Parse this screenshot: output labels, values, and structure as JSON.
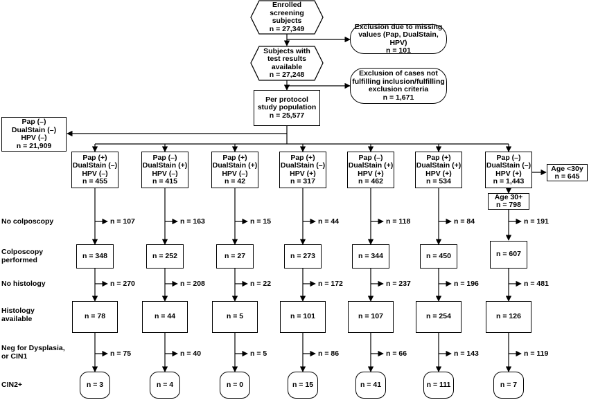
{
  "top": {
    "enrolled": [
      "Enrolled",
      "screening",
      "subjects",
      "n = 27,349"
    ],
    "excl_missing": [
      "Exclusion due to missing",
      "values (Pap, DualStain, HPV)",
      "n = 101"
    ],
    "with_results": [
      "Subjects with",
      "test results",
      "available",
      "n = 27,248"
    ],
    "excl_criteria": [
      "Exclusion of cases not",
      "fulfilling inclusion/fulfilling",
      "exclusion criteria",
      "n = 1,671"
    ],
    "per_protocol": [
      "Per protocol",
      "study population",
      "n = 25,577"
    ],
    "all_negative": [
      "Pap (–)",
      "DualStain (–)",
      "HPV (–)",
      "n = 21,909"
    ]
  },
  "row_labels": {
    "no_colposcopy": "No colposcopy",
    "colposcopy_performed": [
      "Colposcopy",
      "performed"
    ],
    "no_histology": "No histology",
    "histology_available": [
      "Histology",
      "available"
    ],
    "neg_dysplasia": [
      "Neg for Dysplasia,",
      "or CIN1"
    ],
    "cin2plus": "CIN2+"
  },
  "columns": [
    {
      "pap": "Pap (+)",
      "dual": "DualStain (–)",
      "hpv": "HPV (–)",
      "n": "n = 455",
      "no_colposcopy": "n = 107",
      "colposcopy": "n = 348",
      "no_histology": "n = 270",
      "histology": "n = 78",
      "neg": "n = 75",
      "cin2": "n = 3"
    },
    {
      "pap": "Pap (–)",
      "dual": "DualStain (+)",
      "hpv": "HPV (–)",
      "n": "n = 415",
      "no_colposcopy": "n = 163",
      "colposcopy": "n = 252",
      "no_histology": "n = 208",
      "histology": "n = 44",
      "neg": "n = 40",
      "cin2": "n = 4"
    },
    {
      "pap": "Pap (+)",
      "dual": "DualStain (+)",
      "hpv": "HPV (–)",
      "n": "n = 42",
      "no_colposcopy": "n = 15",
      "colposcopy": "n = 27",
      "no_histology": "n = 22",
      "histology": "n = 5",
      "neg": "n = 5",
      "cin2": "n = 0"
    },
    {
      "pap": "Pap (+)",
      "dual": "DualStain (–)",
      "hpv": "HPV (+)",
      "n": "n = 317",
      "no_colposcopy": "n = 44",
      "colposcopy": "n = 273",
      "no_histology": "n = 172",
      "histology": "n = 101",
      "neg": "n = 86",
      "cin2": "n = 15"
    },
    {
      "pap": "Pap (–)",
      "dual": "DualStain (+)",
      "hpv": "HPV (+)",
      "n": "n = 462",
      "no_colposcopy": "n = 118",
      "colposcopy": "n = 344",
      "no_histology": "n = 237",
      "histology": "n = 107",
      "neg": "n = 66",
      "cin2": "n = 41"
    },
    {
      "pap": "Pap (+)",
      "dual": "DualStain (+)",
      "hpv": "HPV (+)",
      "n": "n = 534",
      "no_colposcopy": "n = 84",
      "colposcopy": "n = 450",
      "no_histology": "n = 196",
      "histology": "n = 254",
      "neg": "n = 143",
      "cin2": "n = 111"
    },
    {
      "pap": "Pap (–)",
      "dual": "DualStain (–)",
      "hpv": "HPV (+)",
      "n": "n = 1,443",
      "no_colposcopy": "n = 191",
      "colposcopy": "n = 607",
      "no_histology": "n = 481",
      "histology": "n = 126",
      "neg": "n = 119",
      "cin2": "n = 7"
    }
  ],
  "age_under_30": [
    "Age <30y",
    "n = 645"
  ],
  "age_30_plus": [
    "Age 30+",
    "n = 798"
  ]
}
